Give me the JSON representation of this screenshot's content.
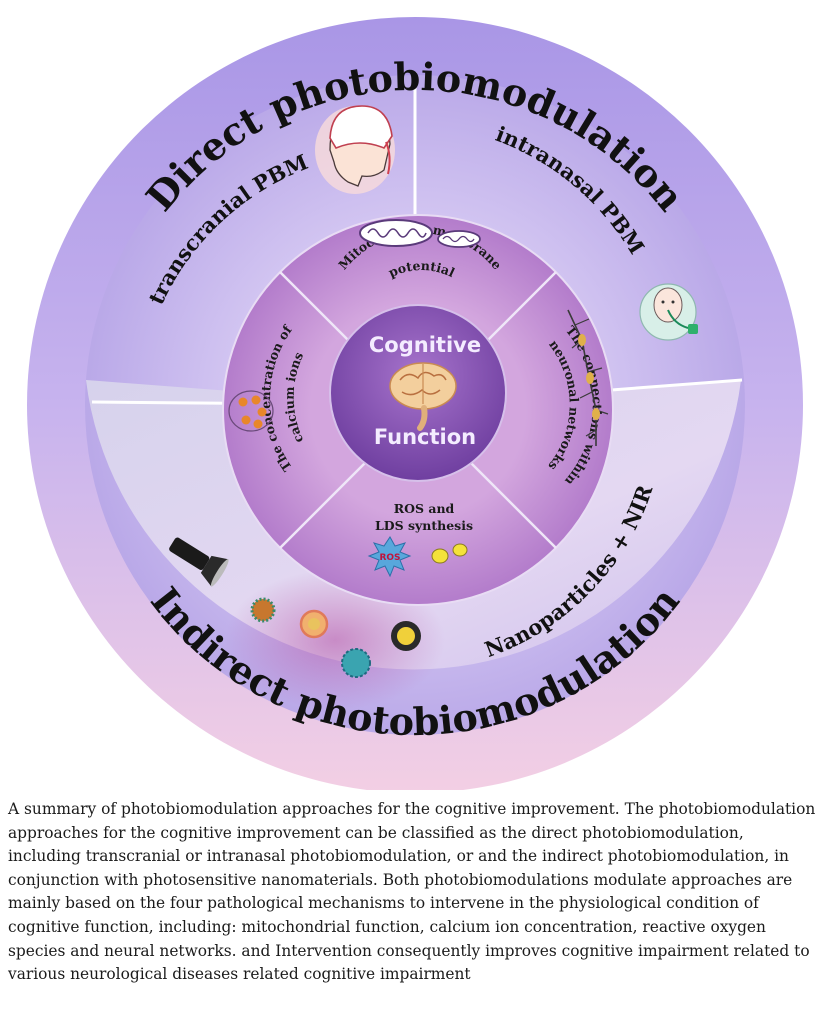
{
  "figure": {
    "outer_top_label": "Direct photobiomodulation",
    "outer_bottom_label": "Indirect photobiomodulation",
    "sector_transcranial": "transcranial PBM",
    "sector_intranasal": "intranasal PBM",
    "sector_nanoparticles": "Nanoparticles + NIR",
    "inner_mito_line1": "Mitochondria membrane",
    "inner_mito_line2": "potential",
    "inner_neuronal_line1": "The connections within",
    "inner_neuronal_line2": "neuronal networks",
    "inner_ros_line1": "ROS and",
    "inner_ros_line2": "LDS synthesis",
    "inner_calcium_line1": "The concentration of",
    "inner_calcium_line2": "calcium ions",
    "center_line1": "Cognitive",
    "center_line2": "Function",
    "ros_badge": "ROS",
    "colors": {
      "outer_ring_top": "#b9a8ec",
      "outer_ring_bottom": "#f0c7e0",
      "sector_fill": "#c7b6ef",
      "inner_ring": "#c493d3",
      "center": "#8a55b6",
      "divider": "#ffffff"
    },
    "icons": [
      "head-laser-icon",
      "nasal-device-icon",
      "mitochondria-icon",
      "neuron-icon",
      "calcium-ions-icon",
      "ros-burst-icon",
      "lds-droplet-icon",
      "flashlight-icon",
      "nanoparticle-icon",
      "brain-icon"
    ]
  },
  "caption": "A summary of photobiomodulation approaches for the cognitive improvement. The photobiomodulation approaches for the cognitive improvement can be classified as the direct photobiomodulation, including transcranial or intranasal photobiomodulation, or and the indirect photobiomodulation, in conjunction with photosensitive nanomaterials. Both photobiomodulations modulate approaches are mainly based on the four pathological mechanisms to intervene in the physiological condition of cognitive function, including: mitochondrial function, calcium ion concentration, reactive oxygen species and neural networks. and Intervention consequently improves cognitive impairment related to various neurological diseases related cognitive impairment"
}
